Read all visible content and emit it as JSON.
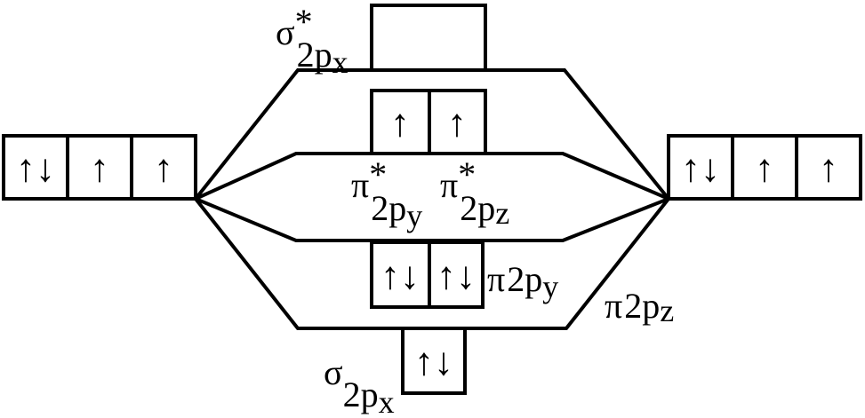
{
  "left_atom": {
    "electrons": [
      "↑↓",
      "↑",
      "↑"
    ]
  },
  "right_atom": {
    "electrons": [
      "↑↓",
      "↑",
      "↑"
    ]
  },
  "orbitals": {
    "sigma_star": {
      "symbol": "σ",
      "star": "*",
      "sub": "2p",
      "subsub": "x",
      "electrons": [
        ""
      ]
    },
    "pi_star_y": {
      "symbol": "π",
      "star": "*",
      "sub": "2p",
      "subsub": "y",
      "electron": "↑"
    },
    "pi_star_z": {
      "symbol": "π",
      "star": "*",
      "sub": "2p",
      "subsub": "z",
      "electron": "↑"
    },
    "pi_y": {
      "symbol": "π",
      "sub": "2p",
      "subsub": "y",
      "electron": "↑↓"
    },
    "pi_z": {
      "symbol": "π",
      "sub": "2p",
      "subsub": "z",
      "electron": "↑↓"
    },
    "sigma": {
      "symbol": "σ",
      "sub": "2p",
      "subsub": "x",
      "electron": "↑↓"
    }
  }
}
